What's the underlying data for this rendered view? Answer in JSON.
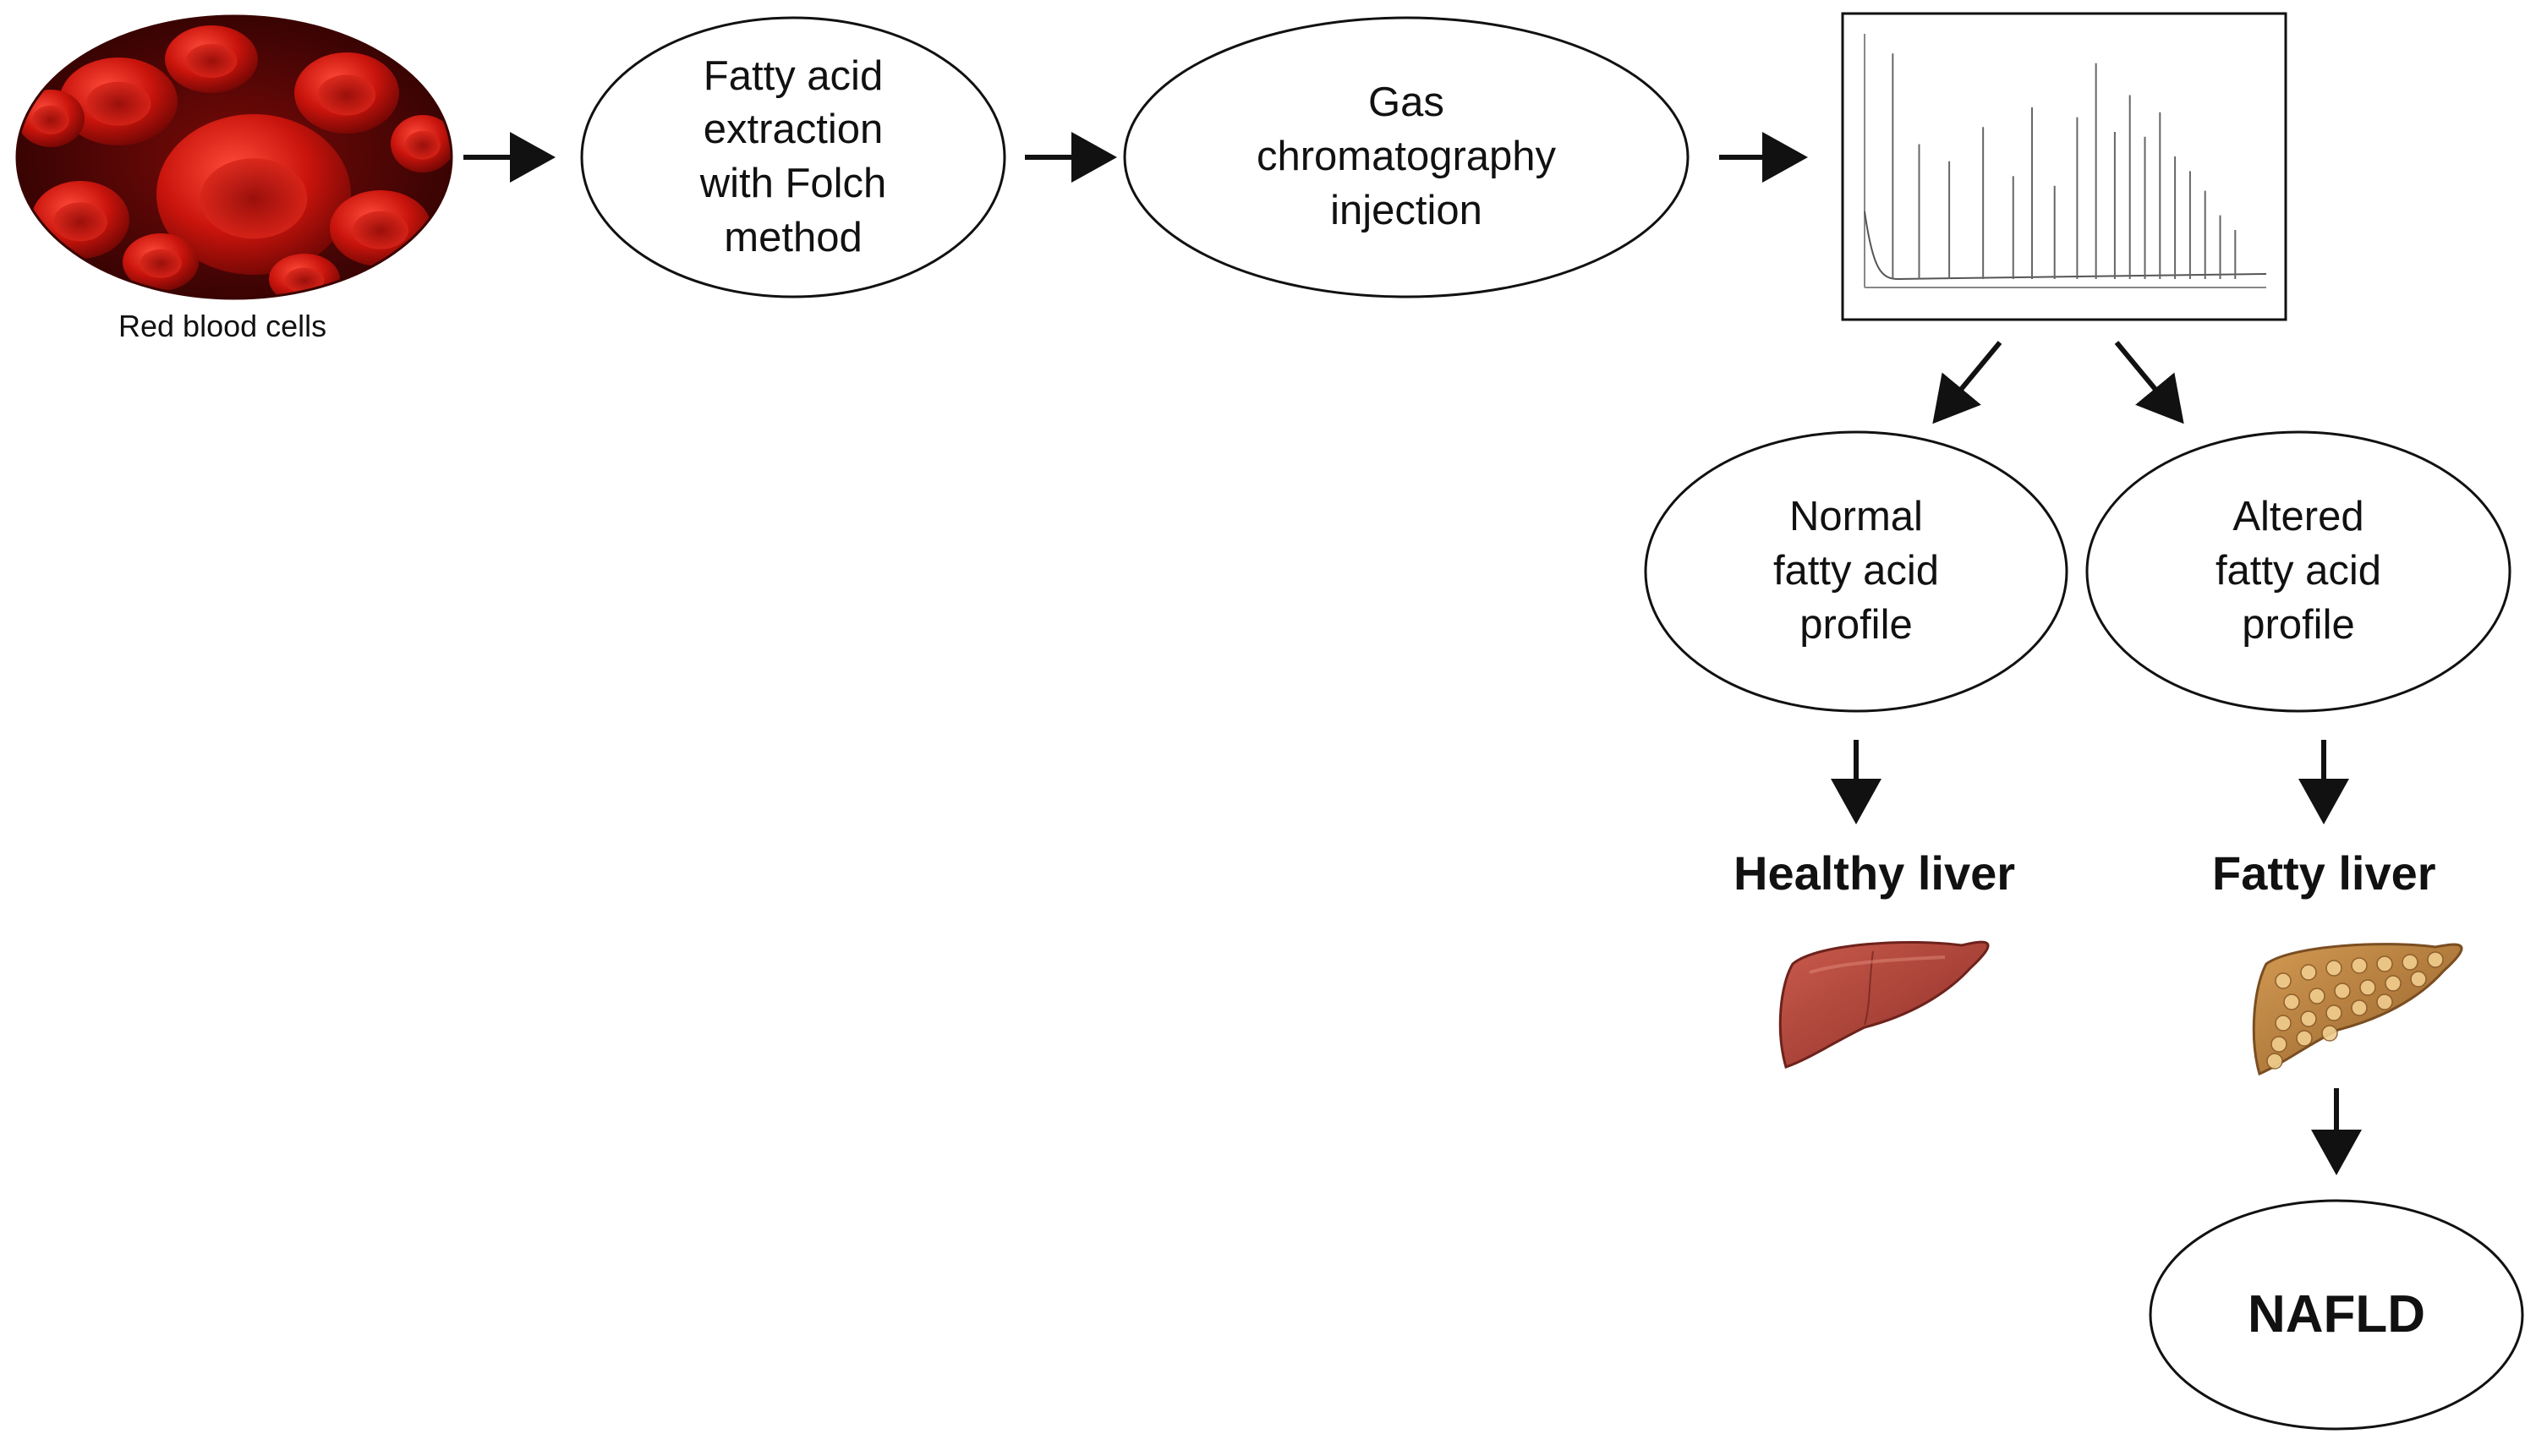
{
  "nodes": {
    "rbc_caption": "Red blood cells",
    "extraction": "Fatty acid\nextraction\nwith Folch\nmethod",
    "gc": "Gas\nchromatography\ninjection",
    "normal_profile": "Normal\nfatty acid\nprofile",
    "altered_profile": "Altered\nfatty acid\nprofile",
    "healthy_liver": "Healthy liver",
    "fatty_liver": "Fatty liver",
    "nafld": "NAFLD"
  },
  "icons": {
    "rbc": "red-blood-cells-image",
    "chromatogram": "chromatogram-image",
    "healthy": "healthy-liver-image",
    "fatty": "fatty-liver-image"
  },
  "colors": {
    "blood_red": "#b3140f",
    "healthy_liver": "#b0443a",
    "fatty_liver": "#b8823e",
    "line": "#111111"
  }
}
